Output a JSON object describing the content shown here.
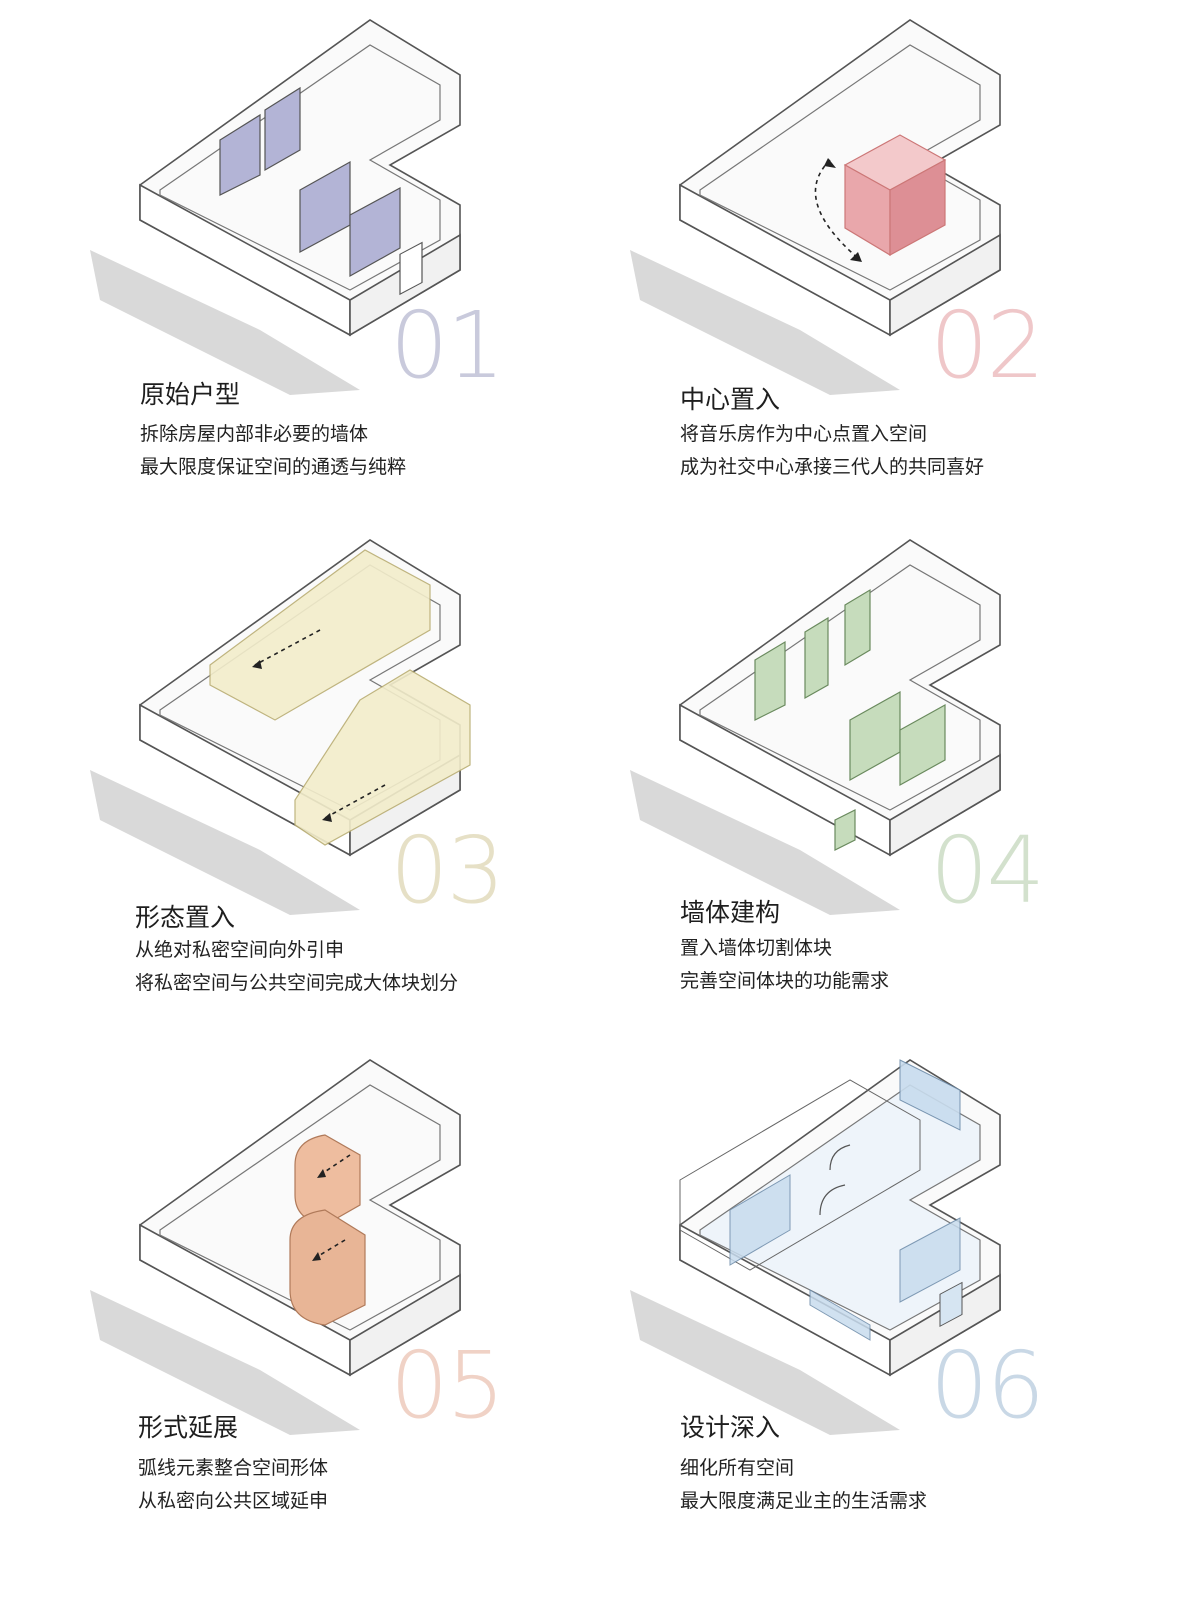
{
  "steps": [
    {
      "number": "01",
      "title": "原始户型",
      "lines": [
        "拆除房屋内部非必要的墙体",
        "最大限度保证空间的通透与纯粹"
      ],
      "accent": "#a9aac8",
      "numcolor": "#c9cadc",
      "highlight": "purple-walls"
    },
    {
      "number": "02",
      "title": "中心置入",
      "lines": [
        "将音乐房作为中心点置入空间",
        "成为社交中心承接三代人的共同喜好"
      ],
      "accent": "#e9a7ab",
      "numcolor": "#efc7c9",
      "highlight": "pink-cube"
    },
    {
      "number": "03",
      "title": "形态置入",
      "lines": [
        "从绝对私密空间向外引申",
        "将私密空间与公共空间完成大体块划分"
      ],
      "accent": "#ede3b2",
      "numcolor": "#e6e0c6",
      "highlight": "yellow-volume"
    },
    {
      "number": "04",
      "title": "墙体建构",
      "lines": [
        "置入墙体切割体块",
        "完善空间体块的功能需求"
      ],
      "accent": "#bcd6b1",
      "numcolor": "#d3e1cd",
      "highlight": "green-walls"
    },
    {
      "number": "05",
      "title": "形式延展",
      "lines": [
        "弧线元素整合空间形体",
        "从私密向公共区域延申"
      ],
      "accent": "#e8b596",
      "numcolor": "#f0d2c6",
      "highlight": "orange-arcs"
    },
    {
      "number": "06",
      "title": "设计深入",
      "lines": [
        "细化所有空间",
        "最大限度满足业主的生活需求"
      ],
      "accent": "#aecbe3",
      "numcolor": "#c9d8e6",
      "highlight": "blue-detail"
    }
  ]
}
